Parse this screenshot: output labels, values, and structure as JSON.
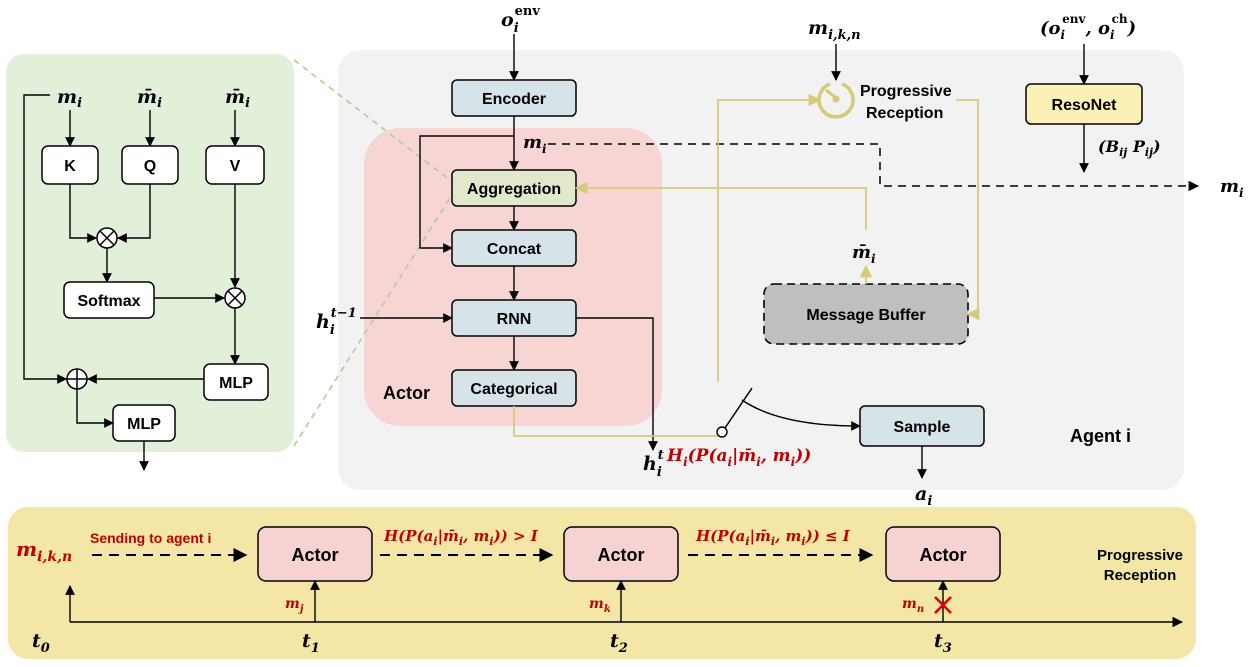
{
  "attention_panel": {
    "inputs": [
      "m",
      "m̄",
      "m̄"
    ],
    "input_subscript": "i",
    "k_label": "K",
    "q_label": "Q",
    "v_label": "V",
    "softmax_label": "Softmax",
    "mlp_inner_label": "MLP",
    "mlp_out_label": "MLP"
  },
  "agent": {
    "name": "Agent i",
    "actor_label": "Actor",
    "encoder_label": "Encoder",
    "aggregation_label": "Aggregation",
    "concat_label": "Concat",
    "rnn_label": "RNN",
    "categorical_label": "Categorical",
    "sample_label": "Sample",
    "message_buffer_label": "Message Buffer",
    "progressive_reception_label_line1": "Progressive",
    "progressive_reception_label_line2": "Reception",
    "resonet_label": "ResoNet"
  },
  "math": {
    "obs_env_base": "o",
    "obs_env_sub": "i",
    "obs_env_sup": "env",
    "m_ikn_base": "m",
    "m_ikn_sub": "i,k,n",
    "resonet_in_open": "(",
    "resonet_in_sup1": "env",
    "resonet_in_mid": ", o",
    "resonet_in_sup2": "ch",
    "resonet_in_close": ")",
    "resonet_out": "(B",
    "resonet_out_sub1": "ij",
    "resonet_out_mid": "  P",
    "resonet_out_sub2": "ij",
    "resonet_out_close": ")",
    "m_i_base": "m",
    "m_i_sub": "i",
    "mbar_base": "m̄",
    "h_prev_base": "h",
    "h_prev_sub": "i",
    "h_prev_sup": "t−1",
    "h_t_base": "h",
    "h_t_sub": "i",
    "h_t_sup": "t",
    "a_i_base": "a",
    "a_i_sub": "i",
    "entropy_label": "H",
    "entropy_rest": "(P(a",
    "entropy_rest2": "|m̄",
    "entropy_rest3": ", m",
    "entropy_rest4": "))"
  },
  "reception": {
    "title_line1": "Progressive",
    "title_line2": "Reception",
    "message_base": "m",
    "message_sub": "i,k,n",
    "sending_label": "Sending to agent i",
    "cond1": "H(P(a",
    "cond1_b": "|m̄",
    "cond1_c": ", m",
    "cond1_d": ")) >  I",
    "cond2": "H(P(a",
    "cond2_b": "|m̄",
    "cond2_c": ", m",
    "cond2_d": ")) ≤  I",
    "actor_label": "Actor",
    "msgs": [
      "j",
      "k",
      "n"
    ],
    "time_base": "t",
    "times": [
      "0",
      "1",
      "2",
      "3"
    ]
  },
  "colors": {
    "green_panel": "#e2efd9",
    "agent_panel": "#f2f2f2",
    "actor_region": "#f8d5d5",
    "teal_box": "#d6e3e8",
    "aggregation_box": "#e2e8cc",
    "resonet_box": "#fbf0b6",
    "buffer_box": "#bfbfbf",
    "bottom_panel": "#f3e6a6",
    "actor_box": "#f6d2d2",
    "gold_line": "#d6c97a",
    "red_text": "#c00000"
  }
}
